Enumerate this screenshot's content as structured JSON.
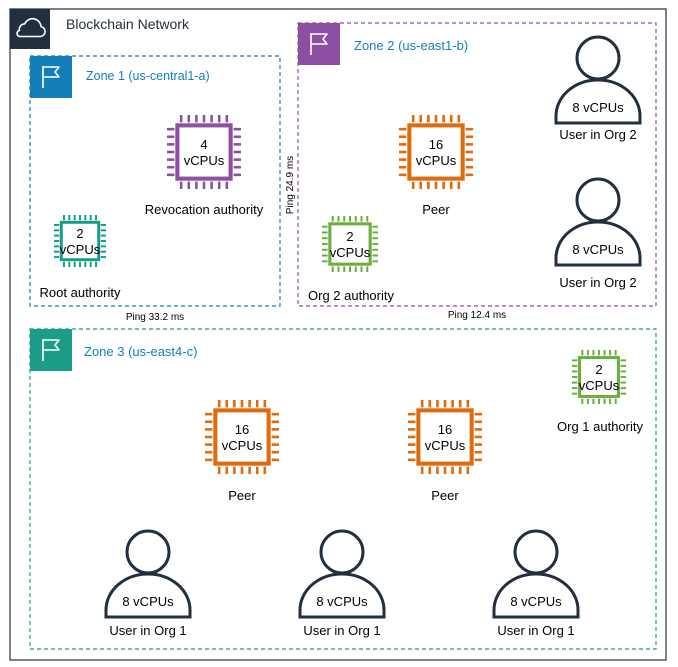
{
  "network": {
    "title": "Blockchain Network",
    "icon": "cloud-icon"
  },
  "zones": [
    {
      "title": "Zone 1 (us-central1-a)",
      "color": "#147EBA",
      "icon": "flag-icon"
    },
    {
      "title": "Zone 2 (us-east1-b)",
      "color": "#8C4FA1",
      "icon": "flag-icon"
    },
    {
      "title": "Zone 3 (us-east4-c)",
      "color": "#1A9C89",
      "icon": "flag-icon"
    }
  ],
  "nodes": {
    "revocation_authority": {
      "cpu_count": "4",
      "cpu_unit": "vCPUs",
      "label": "Revocation authority",
      "color": "#8C4FA1"
    },
    "root_authority": {
      "cpu_count": "2",
      "cpu_unit": "vCPUs",
      "label": "Root authority",
      "color": "#1A9C89"
    },
    "zone2_peer": {
      "cpu_count": "16",
      "cpu_unit": "vCPUs",
      "label": "Peer",
      "color": "#DD6B10"
    },
    "org2_authority": {
      "cpu_count": "2",
      "cpu_unit": "vCPUs",
      "label": "Org 2 authority",
      "color": "#6CAE3E"
    },
    "zone3_peer_1": {
      "cpu_count": "16",
      "cpu_unit": "vCPUs",
      "label": "Peer",
      "color": "#DD6B10"
    },
    "zone3_peer_2": {
      "cpu_count": "16",
      "cpu_unit": "vCPUs",
      "label": "Peer",
      "color": "#DD6B10"
    },
    "org1_authority": {
      "cpu_count": "2",
      "cpu_unit": "vCPUs",
      "label": "Org 1 authority",
      "color": "#6CAE3E"
    }
  },
  "users": {
    "org2_user_1": {
      "cpu": "8 vCPUs",
      "label": "User in Org 2"
    },
    "org2_user_2": {
      "cpu": "8 vCPUs",
      "label": "User in Org 2"
    },
    "org1_user_1": {
      "cpu": "8 vCPUs",
      "label": "User in Org 1"
    },
    "org1_user_2": {
      "cpu": "8 vCPUs",
      "label": "User in Org 1"
    },
    "org1_user_3": {
      "cpu": "8 vCPUs",
      "label": "User in Org 1"
    }
  },
  "user_color": "#232F3E",
  "pings": {
    "zone1_zone2": "Ping 24.9 ms",
    "zone1_zone3": "Ping 33.2 ms",
    "zone2_zone3": "Ping 12.4 ms"
  }
}
